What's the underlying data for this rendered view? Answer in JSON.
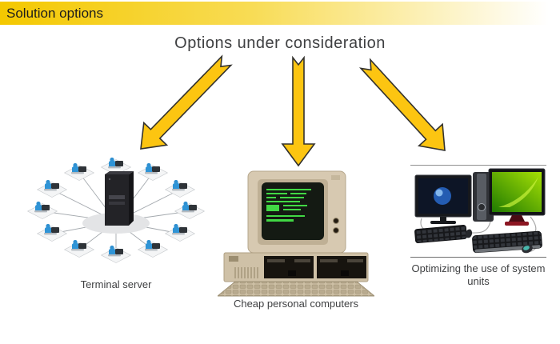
{
  "header": {
    "title": "Solution options"
  },
  "main": {
    "title": "Options under consideration",
    "options": [
      {
        "caption": "Terminal server",
        "illustration": "terminal-server-network"
      },
      {
        "caption": "Cheap personal computers",
        "illustration": "vintage-ibm-pc"
      },
      {
        "caption": "Optimizing the use of system units",
        "illustration": "dual-monitor-workstation"
      }
    ]
  },
  "colors": {
    "header_gradient_start": "#F4C800",
    "header_gradient_mid": "#F8DC55",
    "header_gradient_end": "#FFFFFF",
    "arrow_fill": "#FCC511",
    "arrow_outline": "#33322E",
    "title_text": "#3F4042",
    "caption_text": "#3F4042"
  }
}
